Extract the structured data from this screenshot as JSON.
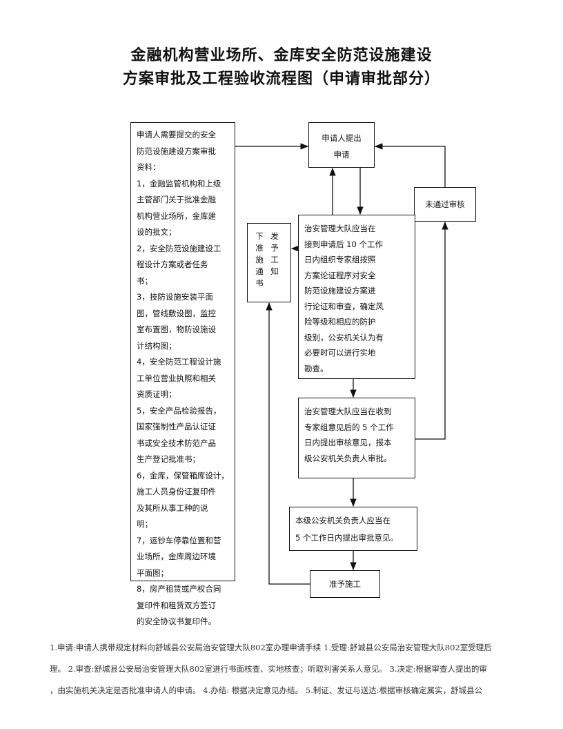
{
  "title": {
    "line1": "金融机构营业场所、金库安全防范设施建设",
    "line2": "方案审批及工程验收流程图（申请审批部分）"
  },
  "flowchart": {
    "materials_box": {
      "lines": [
        "申请人需要提交的安全",
        "防范设施建设方案审批",
        "资料：",
        "1，金融监管机构和上级",
        "主管部门关于批准金融",
        "机构营业场所，金库建",
        "设的批文；",
        "2，安全防范设施建设工",
        "程设计方案或者任务",
        "书；",
        "3，技防设施安装平面",
        "图，管线敷设图，监控",
        "室布置图，物防设施设",
        "计结构图；",
        "4，安全防范工程设计施",
        "工单位营业执照和相关",
        "资质证明；",
        "5，安全产品检验报告，",
        "国家强制性产品认证证",
        "书或安全技术防范产品",
        "生产登记批准书；",
        "6，金库，保管箱库设计，",
        "施工人员身份证复印件",
        "及其所从事工种的说",
        "明；",
        "7，运钞车停靠位置和营",
        "业场所，金库周边环境",
        "平面图；",
        "8，房产租赁或产权合同",
        "复印件和租赁双方签订",
        "的安全协议书复印件。"
      ]
    },
    "apply_box": {
      "lines": [
        "申请人提出",
        "申请"
      ]
    },
    "reject_box": {
      "text": "未通过审核"
    },
    "review_box": {
      "lines": [
        "治安管理大队应当在",
        "接到申请后 10 个工作",
        "日内组织专家组按照",
        "方案论证程序对安全",
        "防范设施建设方案进",
        "行论证和审查，确定风",
        "险等级和相应的防护",
        "级别，公安机关认为有",
        "必要时可以进行实地",
        "勘查。"
      ]
    },
    "notice_box": {
      "col1": [
        "下",
        "准",
        "施",
        "通",
        "书"
      ],
      "col2": [
        "发",
        "予",
        "工",
        "知"
      ]
    },
    "review_opinion_box": {
      "lines": [
        "治安管理大队应当在收到",
        "专家组意见后的 5 个工作",
        "日内提出审核意见，报本",
        "级公安机关负责人审批。"
      ]
    },
    "decision_box": {
      "lines": [
        "本级公安机关负责人应当在",
        "5 个工作日内提出审批意见。"
      ]
    },
    "grant_box": {
      "text": "准予施工"
    }
  },
  "footer": {
    "lines": [
      "1.申请:申请人携带规定材料向舒城县公安局治安管理大队802室办理申请手续 1.受理:舒城县公安局治安管理大队802室受理后",
      "理。 2.审查:舒城县公安局治安管理大队802室进行书面核查、实地核查；听取利害关系人意见。 3.决定:根据审查人提出的审",
      "，由实施机关决定是否批准申请人的申请。 4.办结: 根据决定意见办结。 5.制证、发证与送达:根据审核确定属实，舒城县公"
    ]
  }
}
